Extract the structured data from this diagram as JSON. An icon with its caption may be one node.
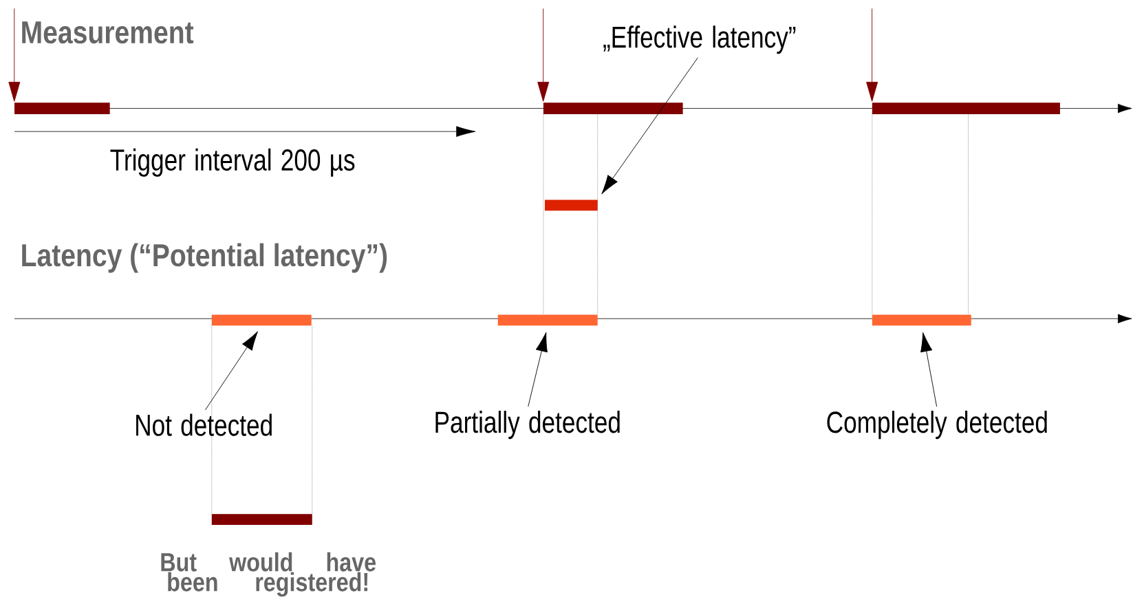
{
  "diagram": {
    "nodes": [
      {
        "text": [],
        "shape": "bar"
      },
      {
        "text": [],
        "shape": "bar"
      },
      {
        "text": [],
        "shape": "bar"
      },
      {
        "text": [
          "„Effective latency”"
        ]
      },
      {
        "text": [],
        "shape": "bar"
      },
      {
        "text": [],
        "shape": "bar"
      },
      {
        "text": [],
        "shape": "bar"
      },
      {
        "text": [],
        "shape": "bar"
      },
      {
        "text": [
          "Not detected"
        ]
      },
      {
        "text": [
          "Partially detected"
        ]
      },
      {
        "text": [
          "Completely detected"
        ]
      },
      {
        "text": [],
        "shape": "bar"
      }
    ],
    "edges": [
      {
        "from": null,
        "to": 0,
        "arrow": "to",
        "color": "#800000"
      },
      {
        "from": null,
        "to": 1,
        "arrow": "to",
        "color": "#800000"
      },
      {
        "from": null,
        "to": 2,
        "arrow": "to",
        "color": "#800000"
      },
      {
        "from": 3,
        "to": 4,
        "arrow": "to"
      },
      {
        "from": 8,
        "to": 5,
        "arrow": "to"
      },
      {
        "from": 9,
        "to": 6,
        "arrow": "to"
      },
      {
        "from": 10,
        "to": 7,
        "arrow": "to"
      },
      {
        "from": 1,
        "to": 6,
        "arrow": "none",
        "style": "dashed"
      },
      {
        "from": 1,
        "to": 6,
        "arrow": "none",
        "style": "dashed"
      },
      {
        "from": 2,
        "to": 7,
        "arrow": "none",
        "style": "dashed"
      },
      {
        "from": 2,
        "to": 7,
        "arrow": "none",
        "style": "dashed"
      },
      {
        "from": 5,
        "to": 11,
        "arrow": "none",
        "style": "dashed"
      },
      {
        "from": 5,
        "to": 11,
        "arrow": "none",
        "style": "dashed"
      }
    ],
    "labels": [
      "Measurement",
      "Trigger interval 200 µs",
      "Latency (“Potential latency”)",
      "But would have been registered!"
    ]
  }
}
